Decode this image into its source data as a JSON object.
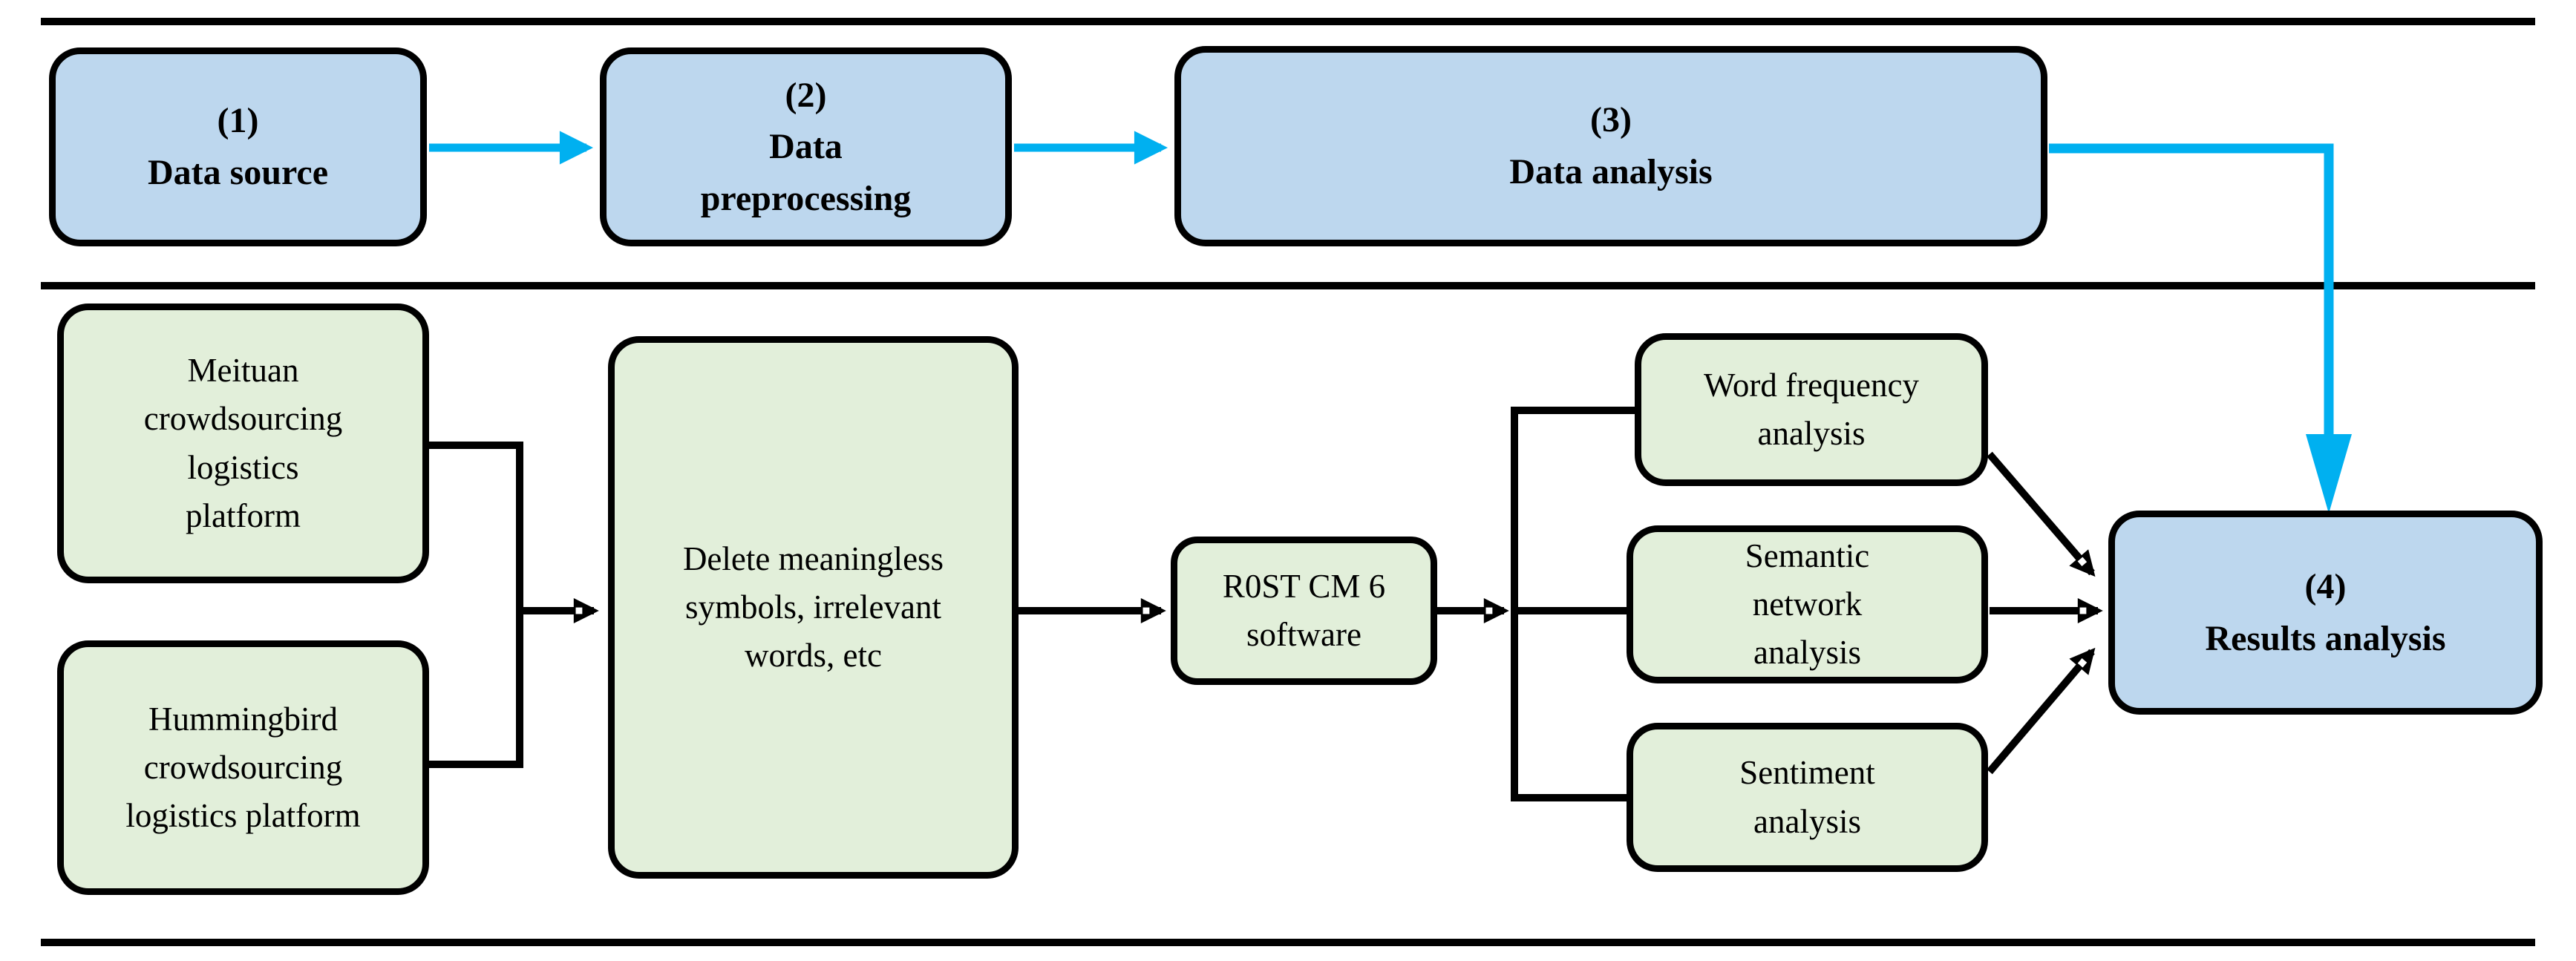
{
  "figure": {
    "type": "flowchart",
    "description": "Research method flowchart: data source, data preprocessing, data analysis, results analysis"
  },
  "colors": {
    "box_blue": "#BDD7EE",
    "box_green": "#E2EFDA",
    "arrow_cyan": "#00B0F0",
    "line_black": "#000000",
    "notch_white": "#FFFFFF"
  },
  "boxes": {
    "data_source": {
      "number": "(1)",
      "label": "Data source"
    },
    "data_preprocessing": {
      "number": "(2)",
      "label": "Data\npreprocessing"
    },
    "data_analysis": {
      "number": "(3)",
      "label": "Data analysis"
    },
    "results_analysis": {
      "number": "(4)",
      "label": "Results analysis"
    },
    "meituan": {
      "label": "Meituan\ncrowdsourcing\nlogistics\nplatform"
    },
    "hummingbird": {
      "label": "Hummingbird\ncrowdsourcing\nlogistics platform"
    },
    "preprocess_step": {
      "label": "Delete meaningless\nsymbols, irrelevant\nwords, etc"
    },
    "software": {
      "label": "R0ST CM 6\nsoftware"
    },
    "word_frequency": {
      "label": "Word frequency\nanalysis"
    },
    "semantic_network": {
      "label": "Semantic\nnetwork\nanalysis"
    },
    "sentiment": {
      "label": "Sentiment\nanalysis"
    }
  }
}
